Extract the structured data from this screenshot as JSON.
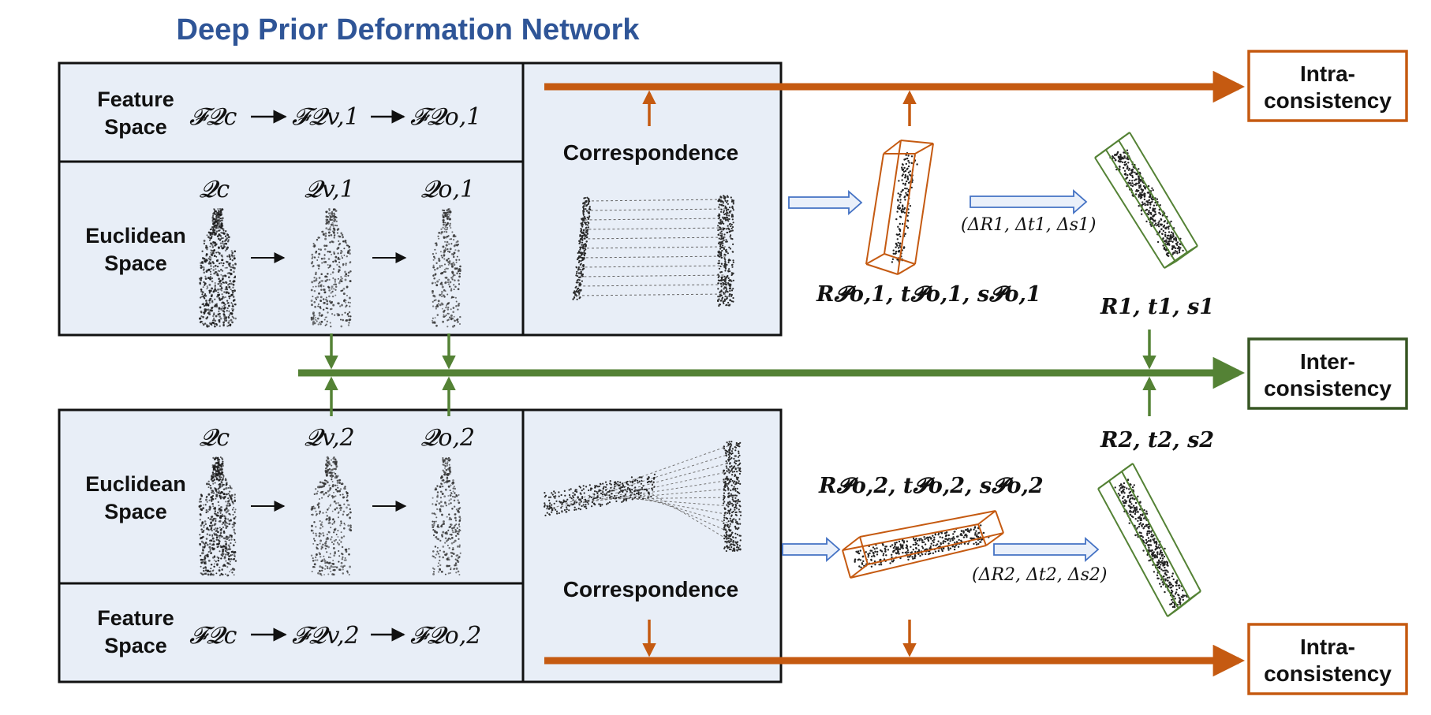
{
  "title": "Deep Prior Deformation Network",
  "colors": {
    "title": "#2f5597",
    "panel": "#e8eef7",
    "orange": "#c55a11",
    "green": "#548235",
    "green_dark": "#375623",
    "hollow_arrow": "#4472c4"
  },
  "panel_top": {
    "feature_label": [
      "Feature",
      "Space"
    ],
    "feature_chain": [
      "𝓕𝓠c",
      "𝓕𝓠v,1",
      "𝓕𝓠o,1"
    ],
    "euclid_label": [
      "Euclidean",
      "Space"
    ],
    "euclid_symbols": [
      "𝓠c",
      "𝓠v,1",
      "𝓠o,1"
    ],
    "correspondence": "Correspondence"
  },
  "panel_bottom": {
    "feature_label": [
      "Feature",
      "Space"
    ],
    "feature_chain": [
      "𝓕𝓠c",
      "𝓕𝓠v,2",
      "𝓕𝓠o,2"
    ],
    "euclid_label": [
      "Euclidean",
      "Space"
    ],
    "euclid_symbols": [
      "𝓠c",
      "𝓠v,2",
      "𝓠o,2"
    ],
    "correspondence": "Correspondence"
  },
  "poses": {
    "p1": "R𝓟o,1, t𝓟o,1, s𝓟o,1",
    "p2": "R𝓟o,2, t𝓟o,2, s𝓟o,2",
    "r1": "R1, t1, s1",
    "r2": "R2, t2, s2",
    "delta1": "(ΔR1, Δt1, Δs1)",
    "delta2": "(ΔR2, Δt2, Δs2)"
  },
  "outputs": {
    "intra_top": [
      "Intra-",
      "consistency"
    ],
    "inter": [
      "Inter-",
      "consistency"
    ],
    "intra_bottom": [
      "Intra-",
      "consistency"
    ]
  }
}
